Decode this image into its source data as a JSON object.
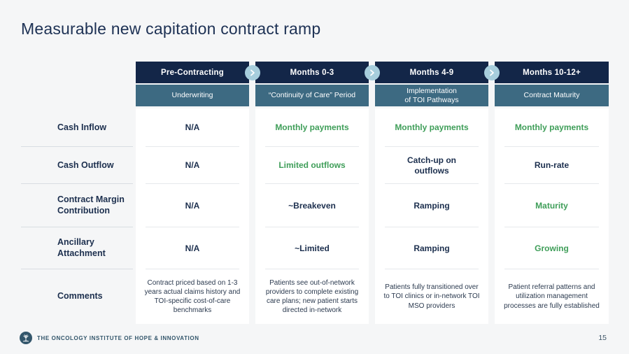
{
  "title": "Measurable new capitation contract ramp",
  "colors": {
    "navy": "#132648",
    "teal": "#3d6a82",
    "green": "#3f9e59",
    "dark_text": "#1c2f4e",
    "page_bg": "#f5f6f7",
    "card_bg": "#ffffff",
    "chevron_circle": "#a7cedd"
  },
  "columns": [
    {
      "phase": "Pre-Contracting",
      "stage": "Underwriting"
    },
    {
      "phase": "Months 0-3",
      "stage": "“Continuity of Care” Period"
    },
    {
      "phase": "Months 4-9",
      "stage": "Implementation\nof TOI Pathways"
    },
    {
      "phase": "Months 10-12+",
      "stage": "Contract Maturity"
    }
  ],
  "rows": [
    {
      "label": "Cash Inflow",
      "type": "value",
      "cells": [
        {
          "text": "N/A",
          "color": "dark"
        },
        {
          "text": "Monthly payments",
          "color": "green"
        },
        {
          "text": "Monthly payments",
          "color": "green"
        },
        {
          "text": "Monthly payments",
          "color": "green"
        }
      ]
    },
    {
      "label": "Cash Outflow",
      "type": "value",
      "cells": [
        {
          "text": "N/A",
          "color": "dark"
        },
        {
          "text": "Limited outflows",
          "color": "green"
        },
        {
          "text": "Catch-up on\noutflows",
          "color": "dark"
        },
        {
          "text": "Run-rate",
          "color": "dark"
        }
      ]
    },
    {
      "label": "Contract Margin Contribution",
      "type": "value",
      "cells": [
        {
          "text": "N/A",
          "color": "dark"
        },
        {
          "text": "~Breakeven",
          "color": "dark"
        },
        {
          "text": "Ramping",
          "color": "dark"
        },
        {
          "text": "Maturity",
          "color": "green"
        }
      ]
    },
    {
      "label": "Ancillary Attachment",
      "type": "value",
      "cells": [
        {
          "text": "N/A",
          "color": "dark"
        },
        {
          "text": "~Limited",
          "color": "dark"
        },
        {
          "text": "Ramping",
          "color": "dark"
        },
        {
          "text": "Growing",
          "color": "green"
        }
      ]
    },
    {
      "label": "Comments",
      "type": "comments",
      "cells": [
        {
          "text": "Contract priced based on 1-3 years actual claims history and TOI-specific cost-of-care benchmarks",
          "color": "dark"
        },
        {
          "text": "Patients see out-of-network providers to complete existing care plans; new patient starts directed in-network",
          "color": "dark"
        },
        {
          "text": "Patients fully transitioned over to TOI clinics or in-network TOI MSO providers",
          "color": "dark"
        },
        {
          "text": "Patient referral patterns and utilization management processes are fully established",
          "color": "dark"
        }
      ]
    }
  ],
  "footer": {
    "org": "THE ONCOLOGY INSTITUTE OF HOPE & INNOVATION",
    "page_number": "15",
    "logo_icon": "tree-logo-icon"
  }
}
